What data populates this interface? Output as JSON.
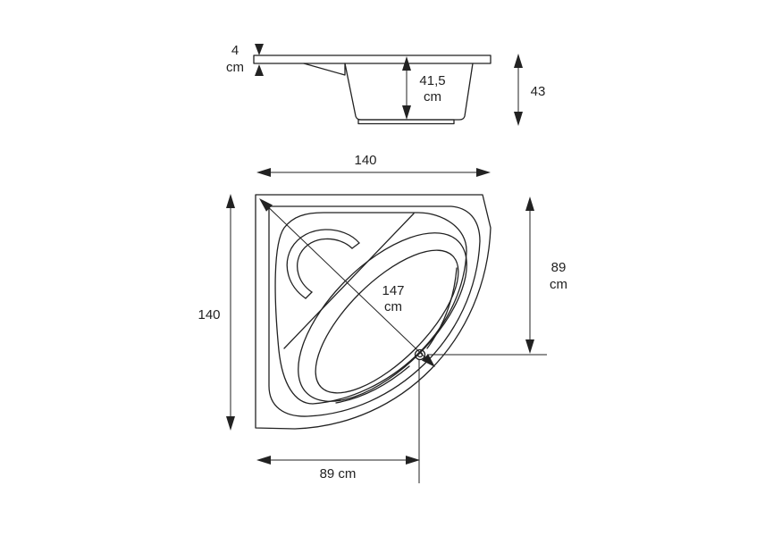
{
  "colors": {
    "line": "#222222",
    "background": "#ffffff"
  },
  "side_view": {
    "dim_rim": {
      "value": "4",
      "unit": "cm"
    },
    "dim_basin": {
      "value": "41,5",
      "unit": "cm"
    },
    "dim_height": {
      "value": "43"
    }
  },
  "top_view": {
    "dim_width": {
      "value": "140"
    },
    "dim_depth": {
      "value": "140"
    },
    "dim_diagonal": {
      "value": "147",
      "unit": "cm"
    },
    "dim_drain_right": {
      "value": "89",
      "unit": "cm"
    },
    "dim_drain_bottom": {
      "label": "89 cm"
    }
  }
}
